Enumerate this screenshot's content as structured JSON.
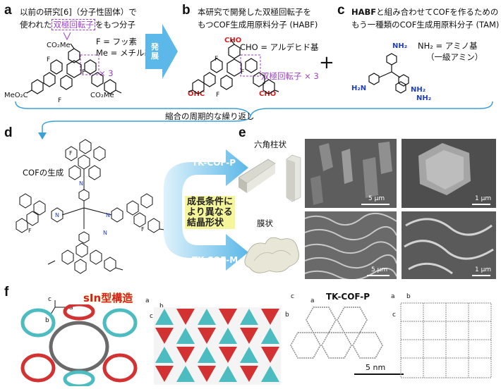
{
  "panel_a": {
    "label": "a",
    "line1": "以前の研究[6]（分子性固体）で",
    "line2_prefix": "使われた",
    "line2_boxed": "双極回転子",
    "line2_suffix": "をもつ分子",
    "legend_f": "F = フッ素",
    "legend_me": "Me = メチル基",
    "group_co2me_top": "CO₂Me",
    "group_meo2c": "MeO₂C",
    "group_co2me_right": "CO₂Me",
    "atom_f": "F",
    "times3": "× 3"
  },
  "arrow_ab": {
    "text": "発展"
  },
  "panel_b": {
    "label": "b",
    "line1": "本研究で開発した双極回転子を",
    "line2": "もつCOF生成用原料分子 (HABF)",
    "legend_cho": "CHO = アルデヒド基",
    "rotor": "双極回転子 × 3",
    "cho": "CHO",
    "ohc": "OHC",
    "atom_f": "F"
  },
  "plus": "+",
  "panel_c": {
    "label": "c",
    "line1_bold": "HABF",
    "line1_rest": "と組み合わせてCOFを作るための",
    "line2": "もう一種類のCOF生成用原料分子 (TAM)",
    "legend1": "NH₂ = アミノ基",
    "legend2": "（一級アミン）",
    "nh2": "NH₂",
    "h2n": "H₂N"
  },
  "brace_text": "縮合の周期的な繰り返し",
  "panel_d": {
    "label": "d",
    "caption": "COFの生成",
    "atom_f": "F",
    "atom_n": "N"
  },
  "panel_e": {
    "label": "e",
    "hex_text": "六角柱状",
    "film_text": "膜状",
    "cof_p": "TK-COF-P",
    "cof_m": "TK-COF-M",
    "center_text": [
      "成長条件に",
      "より異なる",
      "結晶形状"
    ],
    "scale_top_left": "5 μm",
    "scale_top_right": "1 μm",
    "scale_bottom_left": "5 μm",
    "scale_bottom_right": "1 μm"
  },
  "panel_f": {
    "label": "f",
    "sin_title": "sIn型構造",
    "cof_title": "TK-COF-P",
    "scale": "5 nm",
    "axes1": {
      "c": "c",
      "a": "a",
      "b": "b"
    },
    "axes2": {
      "a": "a",
      "b": "b",
      "c": "c"
    },
    "axes3": {
      "c": "c",
      "a": "a",
      "b": "b"
    },
    "axes4": {
      "a": "a",
      "b": "b",
      "c": "c"
    }
  },
  "colors": {
    "arrow_blue": "#5bb8e8",
    "purple": "#9b3fc4",
    "red": "#d02020",
    "mol_blue": "#1f3fbf",
    "bond_teal": "#4cbcc0",
    "bond_red": "#d23232",
    "label_yellow": "#f5f59a"
  }
}
